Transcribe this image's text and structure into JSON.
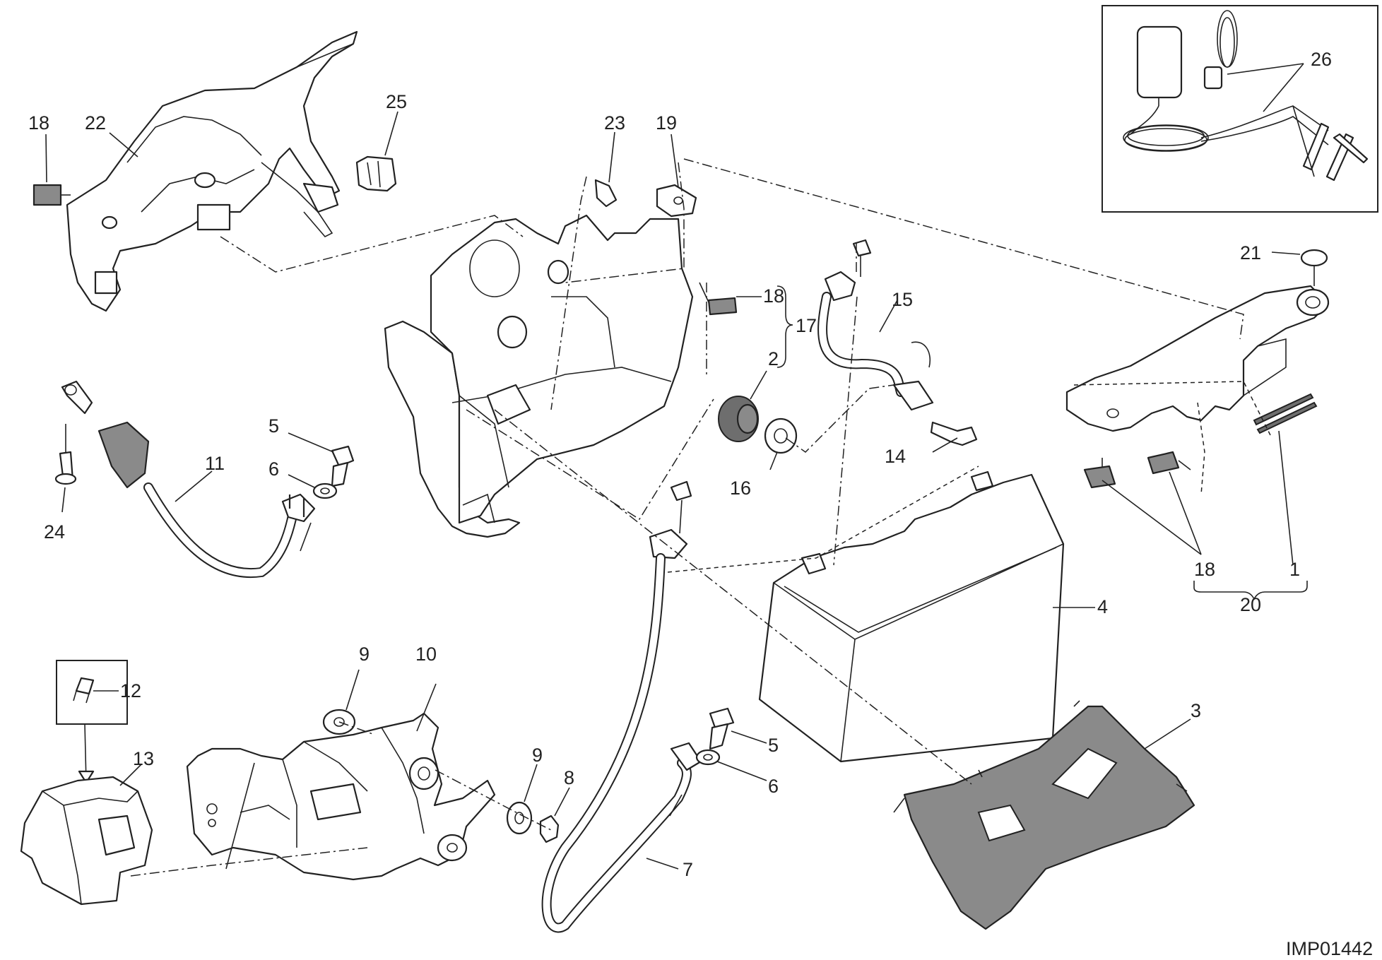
{
  "diagram": {
    "reference_code": "IMP01442",
    "labels": {
      "p1": "1",
      "p2": "2",
      "p3": "3",
      "p4": "4",
      "p5a": "5",
      "p5b": "5",
      "p6a": "6",
      "p6b": "6",
      "p7": "7",
      "p8": "8",
      "p9a": "9",
      "p9b": "9",
      "p10": "10",
      "p11": "11",
      "p12": "12",
      "p13": "13",
      "p14": "14",
      "p15": "15",
      "p16": "16",
      "p17": "17",
      "p18a": "18",
      "p18b": "18",
      "p18c": "18",
      "p19": "19",
      "p20": "20",
      "p21": "21",
      "p22": "22",
      "p23": "23",
      "p24": "24",
      "p25": "25",
      "p26": "26"
    },
    "colors": {
      "line": "#222222",
      "shaded_part": "#8a8a8a",
      "background": "#ffffff"
    }
  }
}
